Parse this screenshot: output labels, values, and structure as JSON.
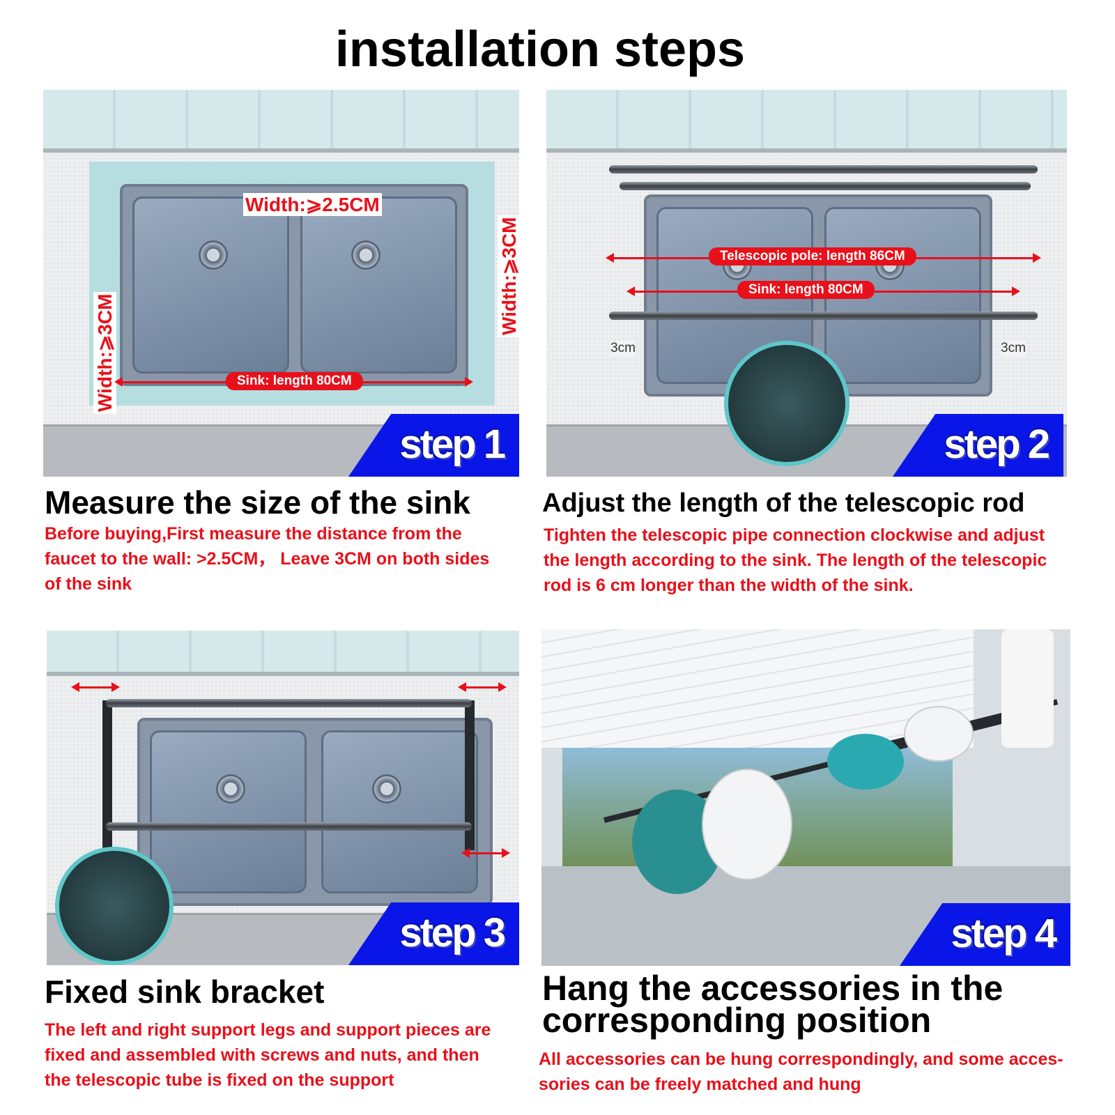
{
  "title": "installation steps",
  "steps": [
    {
      "tag": "step 1",
      "heading": "Measure the size of the sink",
      "description": [
        "Before buying,First measure the distance from the",
        "faucet to the wall: >2.5CM， Leave 3CM on both sides",
        "of the sink"
      ],
      "labels": {
        "top_width": "Width:⩾2.5CM",
        "left_width": "Width:⩾3CM",
        "right_width": "Width:⩾3CM",
        "sink_length": "Sink: length 80CM"
      }
    },
    {
      "tag": "step 2",
      "heading": "Adjust the length of the telescopic rod",
      "description": [
        "Tighten the telescopic pipe connection clockwise and adjust",
        "the length according to the sink. The length of the telescopic",
        "rod is 6 cm longer than the width of the sink."
      ],
      "labels": {
        "pole_length": "Telescopic pole: length 86CM",
        "sink_length": "Sink: length 80CM",
        "left_gap": "3cm",
        "right_gap": "3cm"
      }
    },
    {
      "tag": "step 3",
      "heading": "Fixed sink bracket",
      "description": [
        "The left and right support legs and support pieces are",
        "fixed and assembled with screws and nuts, and then",
        "the telescopic tube is fixed on the support"
      ]
    },
    {
      "tag": "step 4",
      "heading": [
        "Hang the accessories in the",
        "corresponding position"
      ],
      "description": [
        "All accessories can be hung correspondingly, and some acces-",
        "sories can be freely matched and hung"
      ]
    }
  ],
  "colors": {
    "red": "#e8101a",
    "tag_blue": "#0a16e8",
    "teal": "#5fc6c9"
  }
}
